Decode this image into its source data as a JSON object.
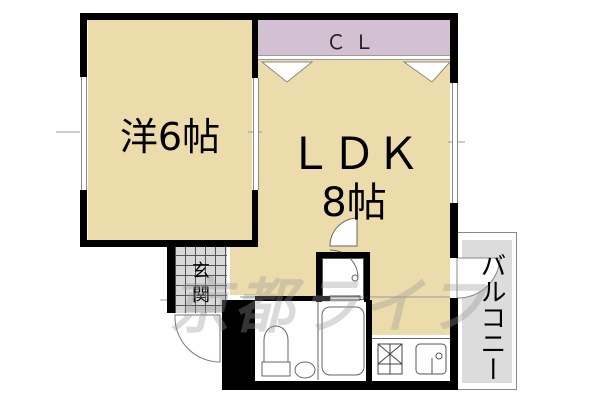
{
  "floorplan": {
    "rooms": {
      "western_room": {
        "label": "洋6帖"
      },
      "ldk": {
        "label_line1": "ＬＤＫ",
        "label_line2": "8帖"
      },
      "closet": {
        "label": "ＣＬ"
      },
      "entrance": {
        "label_line1": "玄",
        "label_line2": "関"
      },
      "balcony": {
        "label": "バルコニー"
      }
    },
    "watermark": "京都ライフ",
    "colors": {
      "floor": "#eddcab",
      "closet": "#d3c0d3",
      "balcony": "#dcdcdc",
      "wall": "#000000"
    }
  }
}
